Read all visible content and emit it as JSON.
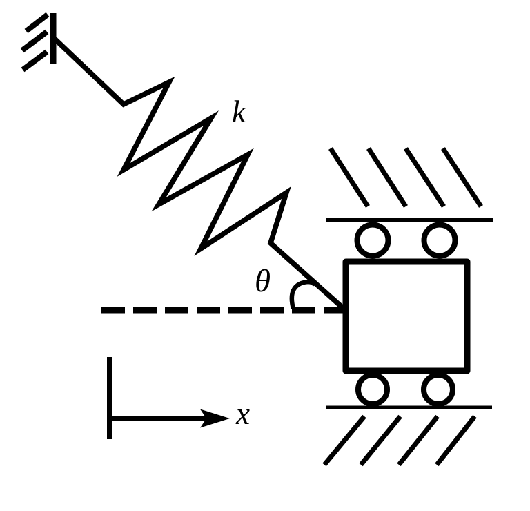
{
  "figure": {
    "description": "spring and cart on rollers between hatched guides",
    "background_color": "#ffffff",
    "ink_color": "#000000"
  },
  "labels": {
    "spring_constant": "k",
    "angle": "θ",
    "x_axis": "x"
  }
}
